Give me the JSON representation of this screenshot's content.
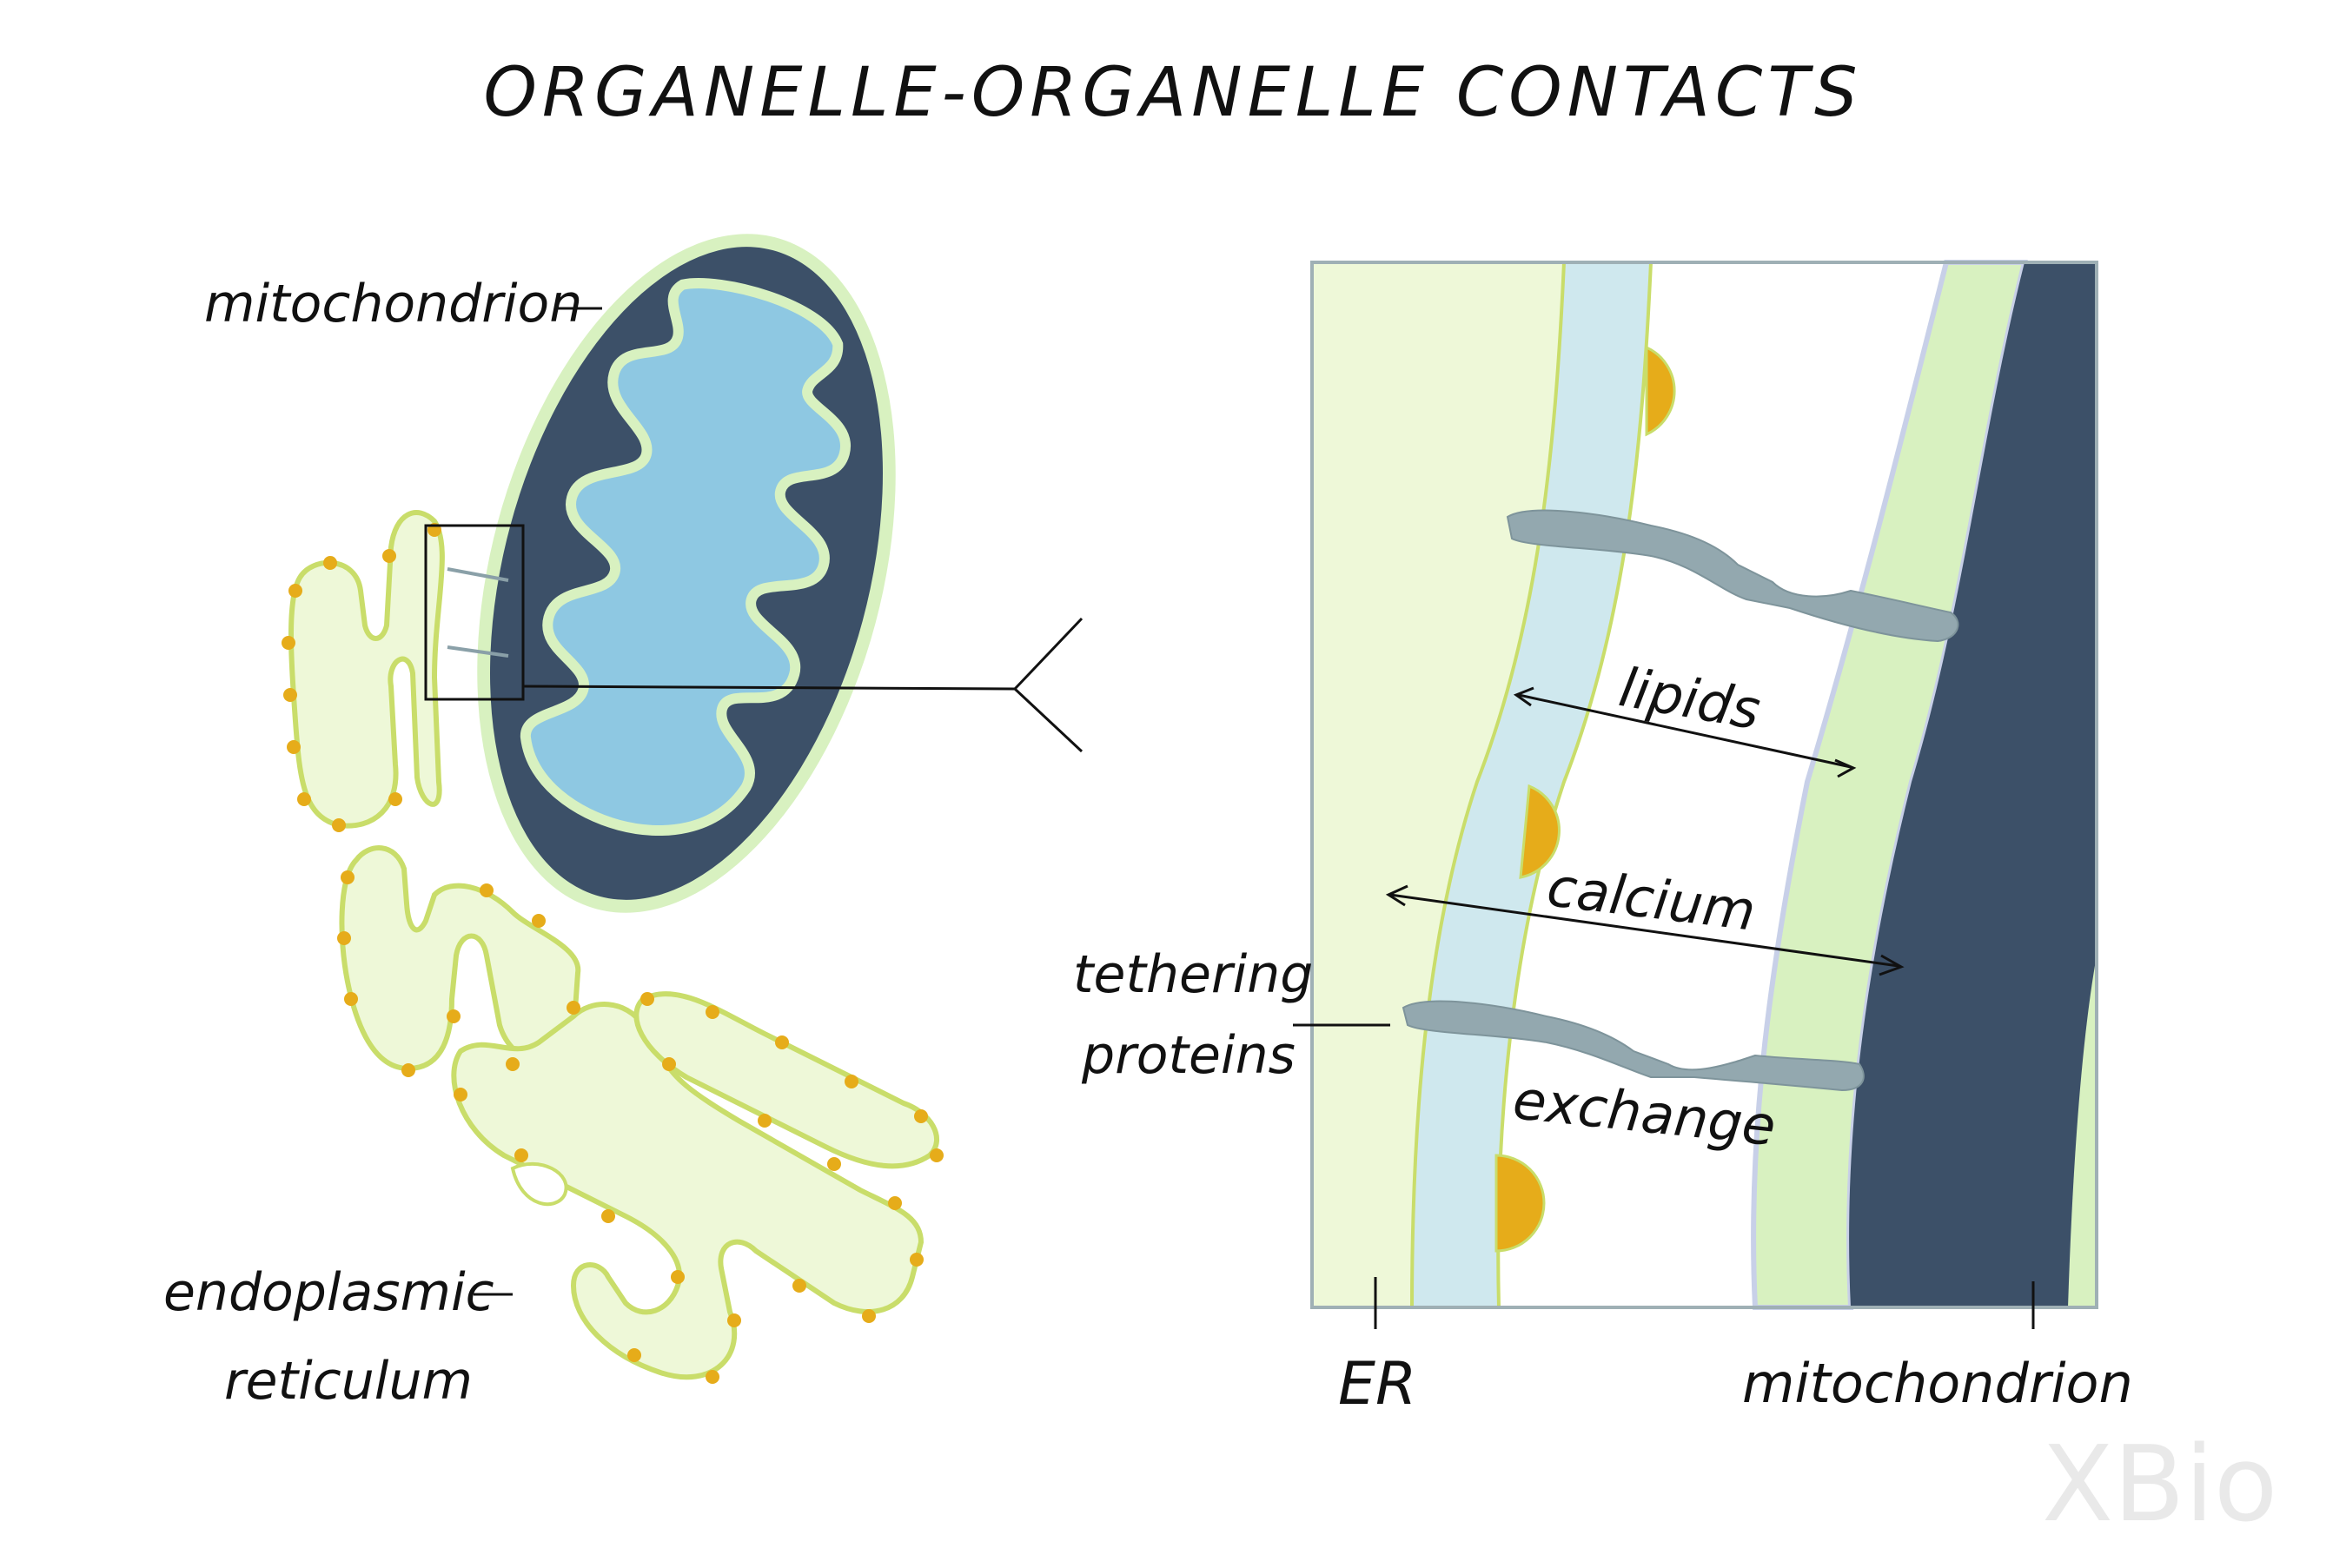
{
  "title": "ORGANELLE-ORGANELLE CONTACTS",
  "labels": {
    "mitochondrion_left": "mitochondrion",
    "endoplasmic": "endoplasmic",
    "reticulum": "reticulum",
    "tethering": "tethering",
    "proteins": "proteins",
    "lipids": "lipids",
    "calcium": "calcium",
    "exchange": "exchange",
    "er": "ER",
    "mitochondrion_right": "mitochondrion"
  },
  "logo": "XBio",
  "colors": {
    "er_fill": "#eef8d8",
    "er_outline": "#c9dd6a",
    "ribosome": "#e6ac1a",
    "mito_outer": "#3c5068",
    "mito_inner": "#8ec8e2",
    "mito_membrane": "#d8f1c0",
    "er_membrane_blue": "#cfe8ee",
    "tether": "#93a8af"
  }
}
